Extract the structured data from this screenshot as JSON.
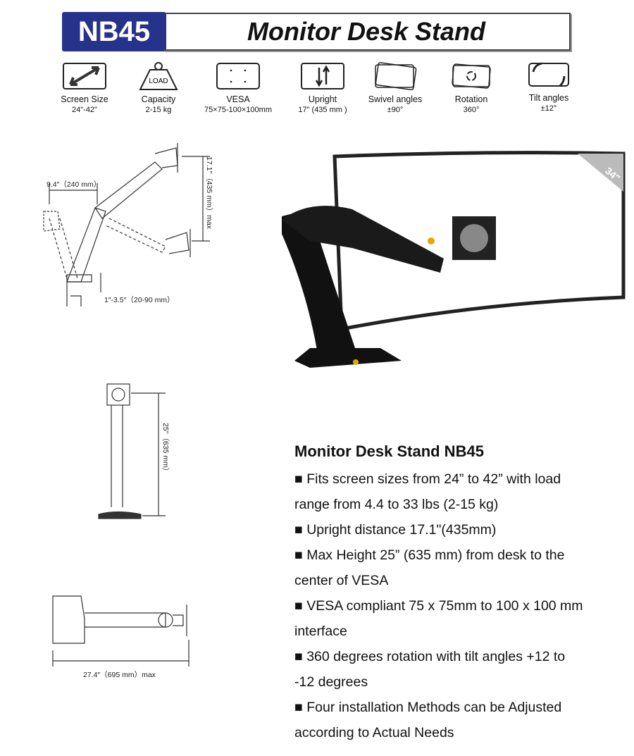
{
  "header": {
    "model": "NB45",
    "title": "Monitor Desk Stand"
  },
  "specs": [
    {
      "icon": "diagonal-arrow-icon",
      "label": "Screen Size",
      "value": "24\"-42\""
    },
    {
      "icon": "load-weight-icon",
      "label": "Capacity",
      "value": "2-15 kg",
      "icon_text": "LOAD"
    },
    {
      "icon": "vesa-icon",
      "label": "VESA",
      "value": "75×75-100×100mm"
    },
    {
      "icon": "updown-arrows-icon",
      "label": "Upright",
      "value": "17\" (435 mm )"
    },
    {
      "icon": "swivel-icon",
      "label": "Swivel angles",
      "value": "±90°"
    },
    {
      "icon": "rotation-icon",
      "label": "Rotation",
      "value": "360°"
    },
    {
      "icon": "tilt-icon",
      "label": "Tilt angles",
      "value": "±12°"
    }
  ],
  "diagram": {
    "reach": "9.4″（240 mm）",
    "upright": "17.1″（435 mm）max",
    "clamp": "1″-3.5″（20-90 mm）",
    "height": "25″（635 mm）",
    "depth": "27.4″（695 mm）max"
  },
  "photo": {
    "screen_badge": "34″"
  },
  "description": {
    "title": "Monitor Desk Stand NB45",
    "lines": [
      "■ Fits screen sizes from 24” to 42” with load",
      "range from 4.4 to 33 lbs (2-15 kg)",
      "■ Upright distance 17.1\"(435mm)",
      "■ Max Height 25” (635 mm) from desk to the",
      "center of VESA",
      "■ VESA compliant 75 x 75mm to 100 x 100 mm",
      "interface",
      "■ 360 degrees rotation with tilt angles +12 to",
      "-12 degrees",
      "■ Four installation Methods can be Adjusted",
      "according to Actual Needs"
    ]
  }
}
